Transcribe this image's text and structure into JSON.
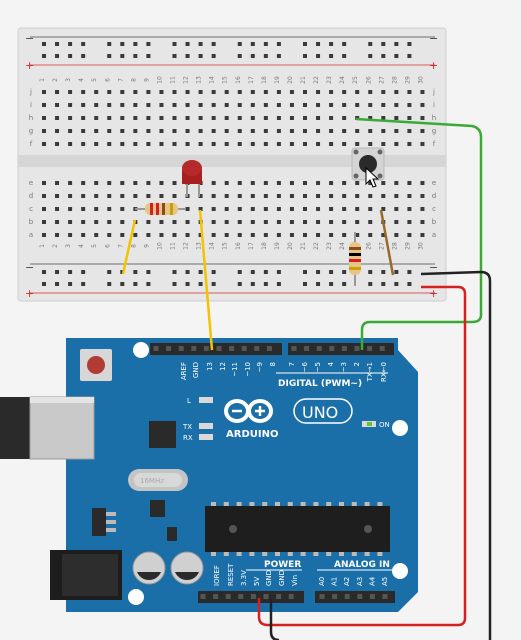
{
  "breadboard": {
    "rail_minus": "−",
    "rail_plus": "+",
    "row_letters_top": [
      "j",
      "i",
      "h",
      "g",
      "f"
    ],
    "row_letters_bottom": [
      "e",
      "d",
      "c",
      "b",
      "a"
    ],
    "column_numbers": [
      "1",
      "2",
      "3",
      "4",
      "5",
      "6",
      "7",
      "8",
      "9",
      "10",
      "11",
      "12",
      "13",
      "14",
      "15",
      "16",
      "17",
      "18",
      "19",
      "20",
      "21",
      "22",
      "23",
      "24",
      "25",
      "26",
      "27",
      "28",
      "29",
      "30"
    ]
  },
  "arduino": {
    "brand": "ARDUINO",
    "model": "UNO",
    "on_label": "ON",
    "l_label": "L",
    "tx_label": "TX",
    "rx_label": "RX",
    "crystal_label": "16MHz",
    "digital_label": "DIGITAL (PWM~)",
    "power_label": "POWER",
    "analog_label": "ANALOG IN",
    "top_pins": [
      "AREF",
      "GND",
      "13",
      "12",
      "~11",
      "~10",
      "~9",
      "8",
      "7",
      "~6",
      "~5",
      "4",
      "~3",
      "2",
      "TX→1",
      "RX←0"
    ],
    "power_pins": [
      "IOREF",
      "RESET",
      "3.3V",
      "5V",
      "GND",
      "GND",
      "Vin"
    ],
    "analog_pins": [
      "A0",
      "A1",
      "A2",
      "A3",
      "A4",
      "A5"
    ]
  },
  "colors": {
    "board_blue": "#1b6fa8",
    "breadboard": "#e6e6e6",
    "rail_red": "#d42a2a",
    "wire_yellow": "#f2c300",
    "wire_green": "#3aa935",
    "wire_red": "#d42020",
    "wire_black": "#222222",
    "wire_brown": "#9a6a2c",
    "led_red": "#a81f1f"
  }
}
